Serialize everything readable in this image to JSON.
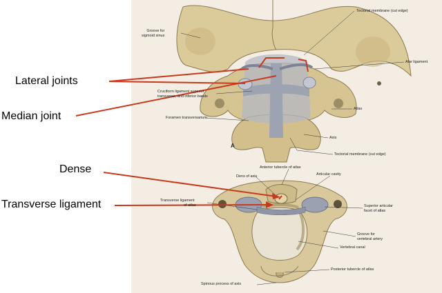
{
  "overlay_labels": {
    "lateral_joints": "Lateral joints",
    "median_joint": "Median joint",
    "dense": "Dense",
    "transverse_ligament": "Transverse ligament"
  },
  "figure_a": {
    "panel_letter": "A",
    "groove_sigmoid_1": "Groove for",
    "groove_sigmoid_2": "sigmoid sinus",
    "tectorial_top": "Tectorial membrane (cut edge)",
    "alar": "Alar ligament",
    "cruciform_1": "Cruciform ligament superior",
    "cruciform_2": "transverse, and inferior bands",
    "atlas": "Atlas",
    "foramen": "Foramen transversarium",
    "axis": "Axis",
    "tectorial_bottom": "Tectorial membrane (cut edge)"
  },
  "figure_b": {
    "anterior_tubercle": "Anterior tubercle of atlas",
    "dens": "Dens of axis",
    "articular_cavity": "Articular cavity",
    "transverse_lig_1": "Transverse ligament",
    "transverse_lig_2": "of atlas",
    "superior_facet_1": "Superior articular",
    "superior_facet_2": "facet of atlas",
    "groove_vertebral_1": "Groove for",
    "groove_vertebral_2": "vertebral artery",
    "vertebral_canal": "Vertebral canal",
    "posterior_tubercle": "Posterior tubercle of atlas",
    "spinous": "Spinous process of axis"
  },
  "colors": {
    "arrow": "#c8381c",
    "bone": "#d8c89c",
    "bone_shade": "#a89468",
    "ligament": "#b8bcc8",
    "plate_bg": "#f3ede3"
  }
}
